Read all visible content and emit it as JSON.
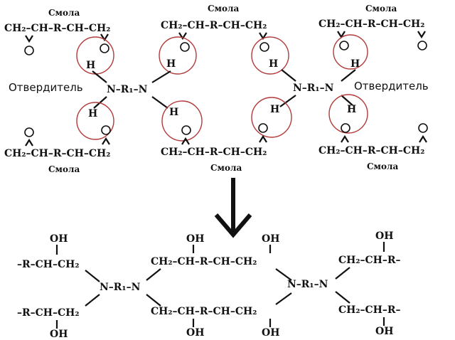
{
  "page": {
    "title": "",
    "background": "#ffffff",
    "ink": "#111111",
    "circle_color": "#b23a3a"
  },
  "labels": {
    "resin": "Смола",
    "hardener": "Отвердитель"
  },
  "chem": {
    "ch2": "CH₂",
    "ch": "CH",
    "r": "R",
    "o": "O",
    "h": "H",
    "n": "N",
    "r1": "R₁",
    "oh": "OH",
    "bond": "—",
    "chain_r_ch_ch2": "–R–CH–CH₂",
    "chain_ch2_ch_r": "CH₂–CH–R–",
    "chain_ch2_ch_r_ch_ch2": "CH₂–CH–R–CH–CH₂",
    "diamine": "N–R₁–N",
    "epoxy_chain": "CH₂–CH–R–CH–CH₂"
  },
  "arrow": {
    "icon": "arrow-down-icon"
  }
}
